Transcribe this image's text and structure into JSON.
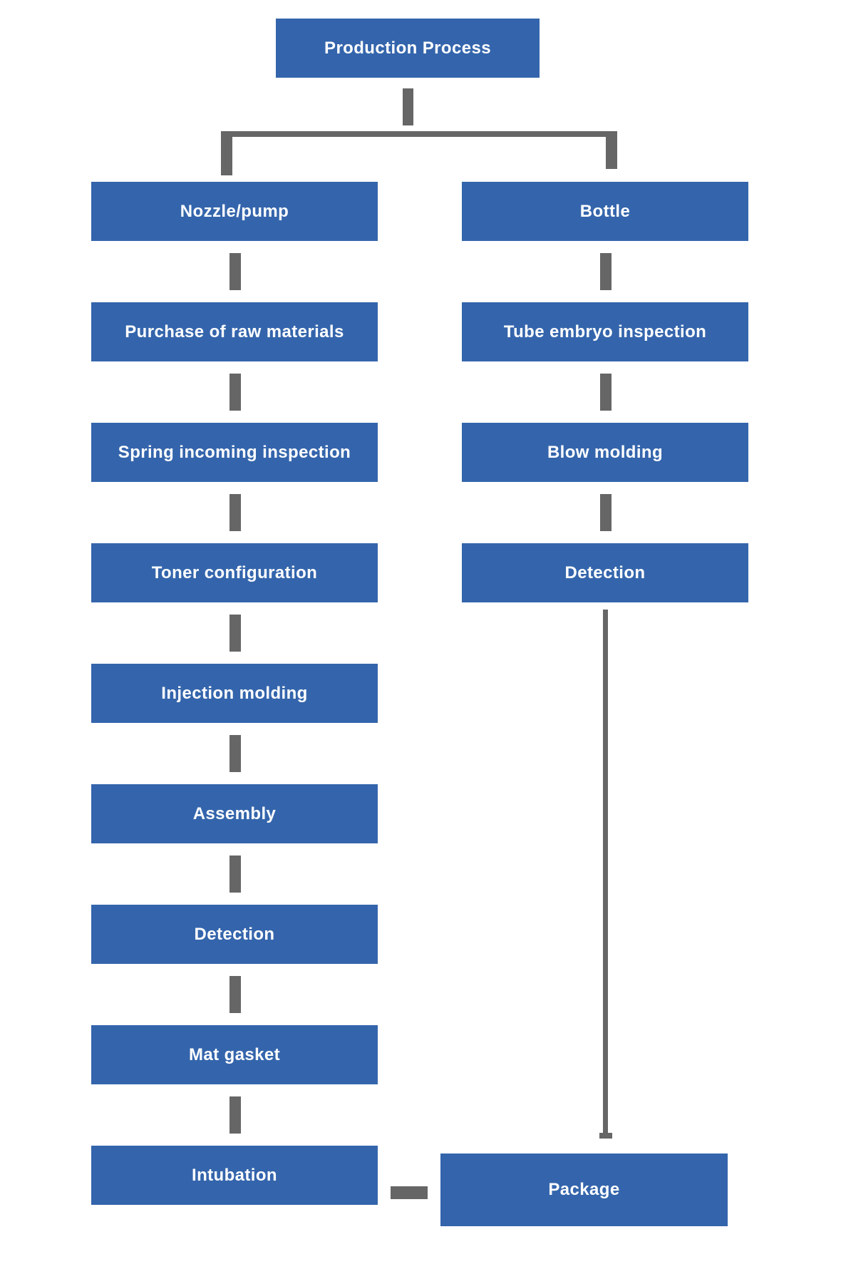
{
  "diagram": {
    "type": "flowchart",
    "root": {
      "label": "Production Process"
    },
    "left_branch": {
      "name": "nozzle-pump-line",
      "nodes": [
        {
          "label": "Nozzle/pump"
        },
        {
          "label": "Purchase of raw materials"
        },
        {
          "label": "Spring incoming inspection"
        },
        {
          "label": "Toner configuration"
        },
        {
          "label": "Injection molding"
        },
        {
          "label": "Assembly"
        },
        {
          "label": "Detection"
        },
        {
          "label": "Mat gasket"
        },
        {
          "label": "Intubation"
        }
      ]
    },
    "right_branch": {
      "name": "bottle-line",
      "nodes": [
        {
          "label": "Bottle"
        },
        {
          "label": "Tube embryo inspection"
        },
        {
          "label": "Blow molding"
        },
        {
          "label": "Detection"
        }
      ]
    },
    "merge_node": {
      "label": "Package"
    },
    "flow": [
      "Production Process -> Nozzle/pump",
      "Production Process -> Bottle",
      "Nozzle/pump -> Purchase of raw materials -> Spring incoming inspection -> Toner configuration -> Injection molding -> Assembly -> Detection -> Mat gasket -> Intubation",
      "Bottle -> Tube embryo inspection -> Blow molding -> Detection",
      "Detection (bottle line) -> Package",
      "Intubation -> Package"
    ],
    "colors": {
      "node_fill": "#3465AC",
      "node_text": "#FFFFFF",
      "connector": "#666666",
      "background": "#FFFFFF"
    }
  }
}
